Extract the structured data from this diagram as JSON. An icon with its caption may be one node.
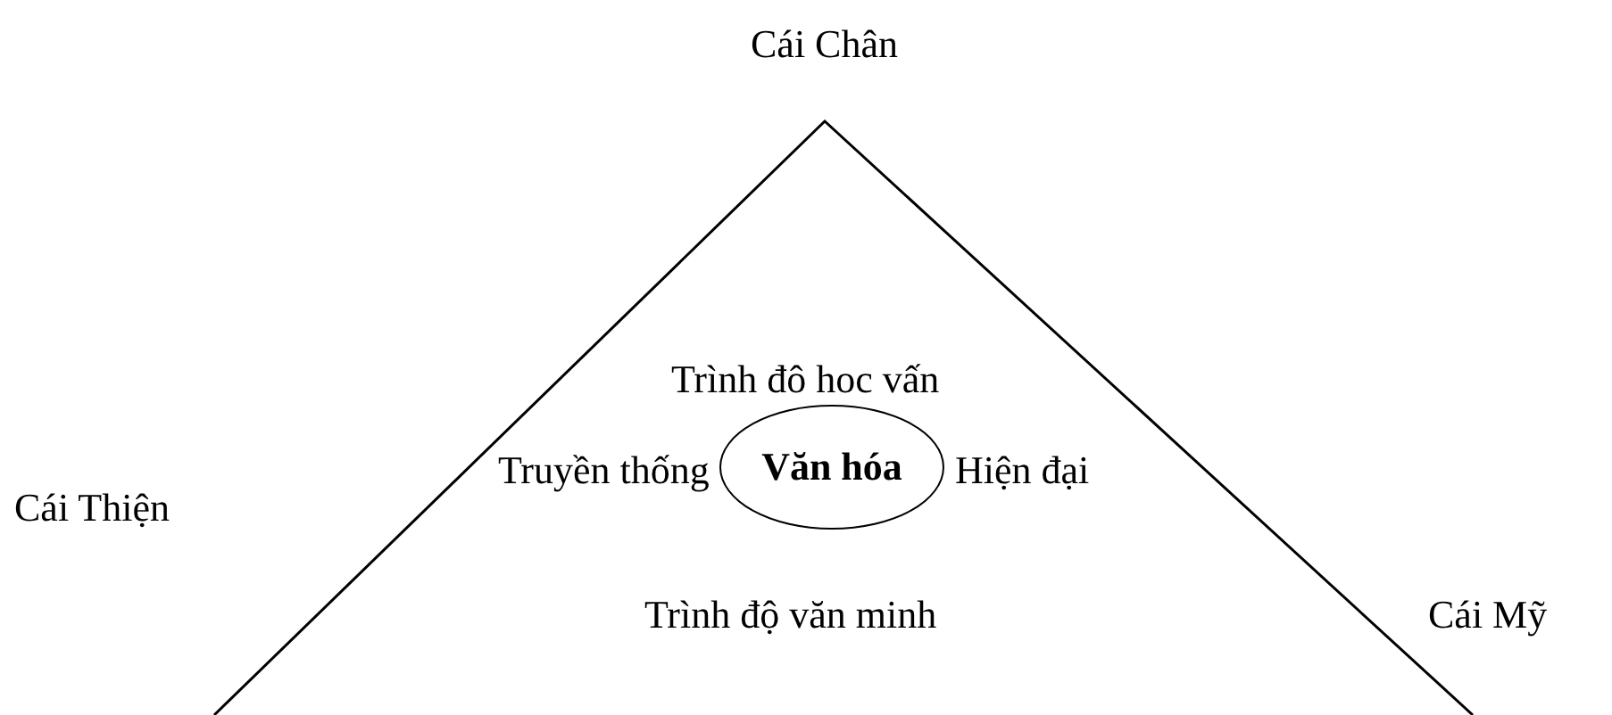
{
  "diagram": {
    "nodes": [
      {
        "text": [
          "Văn hóa"
        ]
      }
    ],
    "labels": [
      "Cái Chân",
      "Trình đô hoc vấn",
      "Truyền thống",
      "Hiện đại",
      "Cái Thiện",
      "Trình độ văn minh",
      "Cái Mỹ"
    ]
  }
}
